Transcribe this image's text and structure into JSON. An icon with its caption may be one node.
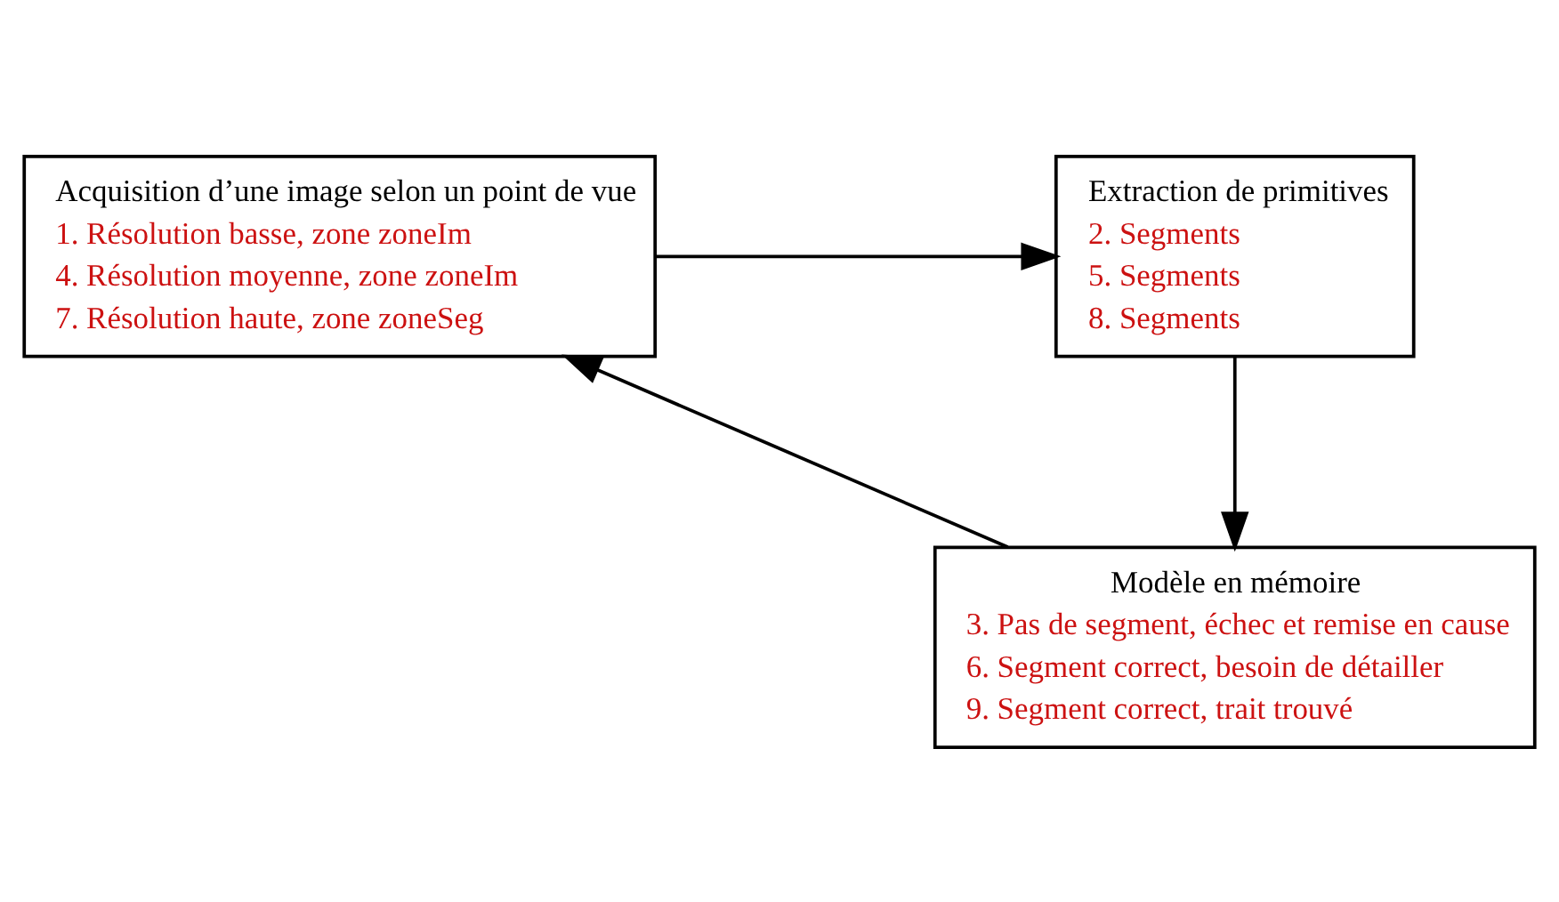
{
  "diagram": {
    "nodes": [
      {
        "text": [
          "Acquisition d’une image selon un point de vue",
          "1. Résolution basse, zone zoneIm",
          "4. Résolution moyenne, zone zoneIm",
          "7. Résolution haute, zone zoneSeg"
        ]
      },
      {
        "text": [
          "Extraction de primitives",
          "2. Segments",
          "5. Segments",
          "8. Segments"
        ]
      },
      {
        "text": [
          "Modèle en mémoire",
          "3. Pas de segment, échec et remise en cause",
          "6. Segment correct, besoin de détailler",
          "9. Segment correct, trait trouvé"
        ]
      }
    ],
    "edges": [
      {
        "from": 0,
        "to": 1,
        "arrow": "to"
      },
      {
        "from": 1,
        "to": 2,
        "arrow": "to"
      },
      {
        "from": 2,
        "to": 0,
        "arrow": "to"
      }
    ]
  }
}
